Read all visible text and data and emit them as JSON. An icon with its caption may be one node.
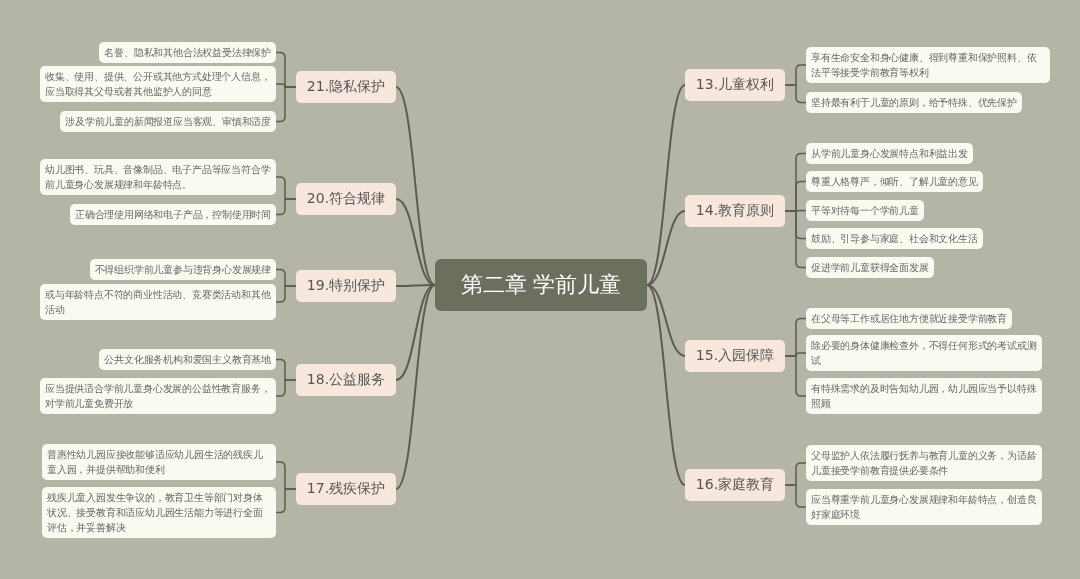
{
  "diagram": {
    "nodes": [
      {
        "text": [
          "第二章 学前儿童"
        ]
      },
      {
        "text": [
          "13.儿童权利"
        ]
      },
      {
        "text": [
          "享有生命安全和身心健康、得到尊重和保护照料、依法平等接受学前教育等权利"
        ]
      },
      {
        "text": [
          "坚持最有利于儿童的原则，给予特殊、优先保护"
        ]
      },
      {
        "text": [
          "14.教育原则"
        ]
      },
      {
        "text": [
          "从学前儿童身心发展特点和利益出发"
        ]
      },
      {
        "text": [
          "尊重人格尊严，倾听、了解儿童的意见"
        ]
      },
      {
        "text": [
          "平等对待每一个学前儿童"
        ]
      },
      {
        "text": [
          "鼓励、引导参与家庭、社会和文化生活"
        ]
      },
      {
        "text": [
          "促进学前儿童获得全面发展"
        ]
      },
      {
        "text": [
          "15.入园保障"
        ]
      },
      {
        "text": [
          "在父母等工作或居住地方便就近接受学前教育"
        ]
      },
      {
        "text": [
          "除必要的身体健康检查外，不得任何形式的考试或测试"
        ]
      },
      {
        "text": [
          "有特殊需求的及时告知幼儿园，幼儿园应当予以特殊照顾"
        ]
      },
      {
        "text": [
          "16.家庭教育"
        ]
      },
      {
        "text": [
          "父母监护人依法履行抚养与教育儿童的义务，为适龄儿童接受学前教育提供必要条件"
        ]
      },
      {
        "text": [
          "应当尊重学前儿童身心发展规律和年龄特点，创造良好家庭环境"
        ]
      },
      {
        "text": [
          "21.隐私保护"
        ]
      },
      {
        "text": [
          "名誉、隐私和其他合法权益受法律保护"
        ]
      },
      {
        "text": [
          "收集、使用、提供、公开或其他方式处理个人信息，应当取得其父母或者其他监护人的同意"
        ]
      },
      {
        "text": [
          "涉及学前儿童的新闻报道应当客观、审慎和适度"
        ]
      },
      {
        "text": [
          "20.符合规律"
        ]
      },
      {
        "text": [
          "幼儿图书、玩具、音像制品、电子产品等应当符合学前儿童身心发展规律和年龄特点。"
        ]
      },
      {
        "text": [
          "正确合理使用网络和电子产品，控制使用时间"
        ]
      },
      {
        "text": [
          "19.特别保护"
        ]
      },
      {
        "text": [
          "不得组织学前儿童参与违背身心发展规律"
        ]
      },
      {
        "text": [
          "或与年龄特点不符的商业性活动、竞赛类活动和其他活动"
        ]
      },
      {
        "text": [
          "18.公益服务"
        ]
      },
      {
        "text": [
          "公共文化服务机构和爱国主义教育基地"
        ]
      },
      {
        "text": [
          "应当提供适合学前儿童身心发展的公益性教育服务，对学前儿童免费开放"
        ]
      },
      {
        "text": [
          "17.残疾保护"
        ]
      },
      {
        "text": [
          "普惠性幼儿园应接收能够适应幼儿园生活的残疾儿童入园，并提供帮助和便利"
        ]
      },
      {
        "text": [
          "残疾儿童入园发生争议的，教育卫生等部门对身体状况、接受教育和适应幼儿园生活能力等进行全面评估，并妥善解决"
        ]
      }
    ],
    "edges": [
      {
        "from": 0,
        "to": 1,
        "arrow": "none"
      },
      {
        "from": 1,
        "to": 2,
        "arrow": "none"
      },
      {
        "from": 1,
        "to": 3,
        "arrow": "none"
      },
      {
        "from": 0,
        "to": 4,
        "arrow": "none"
      },
      {
        "from": 4,
        "to": 5,
        "arrow": "none"
      },
      {
        "from": 4,
        "to": 6,
        "arrow": "none"
      },
      {
        "from": 4,
        "to": 7,
        "arrow": "none"
      },
      {
        "from": 4,
        "to": 8,
        "arrow": "none"
      },
      {
        "from": 4,
        "to": 9,
        "arrow": "none"
      },
      {
        "from": 0,
        "to": 10,
        "arrow": "none"
      },
      {
        "from": 10,
        "to": 11,
        "arrow": "none"
      },
      {
        "from": 10,
        "to": 12,
        "arrow": "none"
      },
      {
        "from": 10,
        "to": 13,
        "arrow": "none"
      },
      {
        "from": 0,
        "to": 14,
        "arrow": "none"
      },
      {
        "from": 14,
        "to": 15,
        "arrow": "none"
      },
      {
        "from": 14,
        "to": 16,
        "arrow": "none"
      },
      {
        "from": 0,
        "to": 17,
        "arrow": "none"
      },
      {
        "from": 17,
        "to": 18,
        "arrow": "none"
      },
      {
        "from": 17,
        "to": 19,
        "arrow": "none"
      },
      {
        "from": 17,
        "to": 20,
        "arrow": "none"
      },
      {
        "from": 0,
        "to": 21,
        "arrow": "none"
      },
      {
        "from": 21,
        "to": 22,
        "arrow": "none"
      },
      {
        "from": 21,
        "to": 23,
        "arrow": "none"
      },
      {
        "from": 0,
        "to": 24,
        "arrow": "none"
      },
      {
        "from": 24,
        "to": 25,
        "arrow": "none"
      },
      {
        "from": 24,
        "to": 26,
        "arrow": "none"
      },
      {
        "from": 0,
        "to": 27,
        "arrow": "none"
      },
      {
        "from": 27,
        "to": 28,
        "arrow": "none"
      },
      {
        "from": 27,
        "to": 29,
        "arrow": "none"
      },
      {
        "from": 0,
        "to": 30,
        "arrow": "none"
      },
      {
        "from": 30,
        "to": 31,
        "arrow": "none"
      },
      {
        "from": 30,
        "to": 32,
        "arrow": "none"
      }
    ]
  }
}
